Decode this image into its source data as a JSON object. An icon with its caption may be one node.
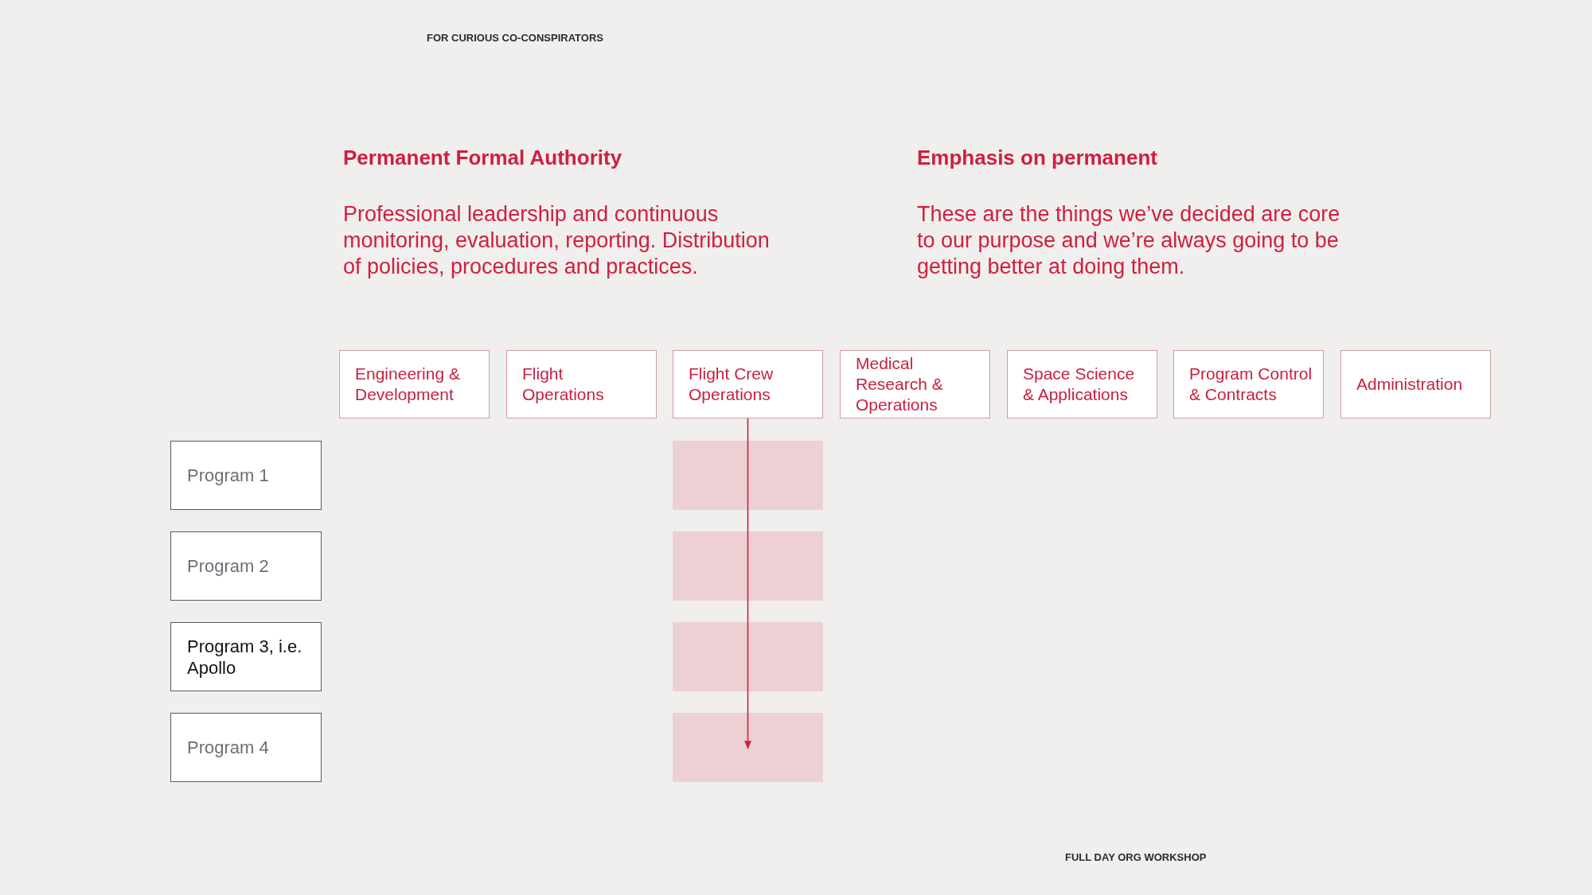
{
  "diagram": {
    "nodes": [
      {
        "text": [
          "Engineering & Development"
        ]
      },
      {
        "text": [
          "Flight Operations"
        ]
      },
      {
        "text": [
          "Flight Crew Operations"
        ]
      },
      {
        "text": [
          "Medical Research & Operations"
        ]
      },
      {
        "text": [
          "Space Science & Applications"
        ]
      },
      {
        "text": [
          "Program Control & Contracts"
        ]
      },
      {
        "text": [
          "Administration"
        ]
      },
      {
        "text": [
          "Program 1"
        ]
      },
      {
        "text": [
          "Program 2"
        ]
      },
      {
        "text": [
          "Program 3, i.e. Apollo"
        ]
      },
      {
        "text": [
          "Program 4"
        ]
      },
      {
        "text": [],
        "shape": "box"
      },
      {
        "text": [],
        "shape": "box"
      },
      {
        "text": [],
        "shape": "box"
      },
      {
        "text": [],
        "shape": "box"
      }
    ],
    "edges": [
      {
        "from": 2,
        "to": 11,
        "arrow": "none"
      },
      {
        "from": 11,
        "to": 12,
        "arrow": "none"
      },
      {
        "from": 12,
        "to": 13,
        "arrow": "none"
      },
      {
        "from": 13,
        "to": 14,
        "arrow": "to"
      }
    ],
    "labels": [
      "FOR CURIOUS CO-CONSPIRATORS",
      "Permanent Formal Authority",
      "Emphasis on permanent",
      "Professional leadership and continuous monitoring, evaluation, reporting. Distribution of policies, procedures and practices.",
      "These are the things we’ve decided are core to our purpose and we’re always going to be getting better at doing them.",
      "FULL DAY ORG WORKSHOP"
    ]
  }
}
